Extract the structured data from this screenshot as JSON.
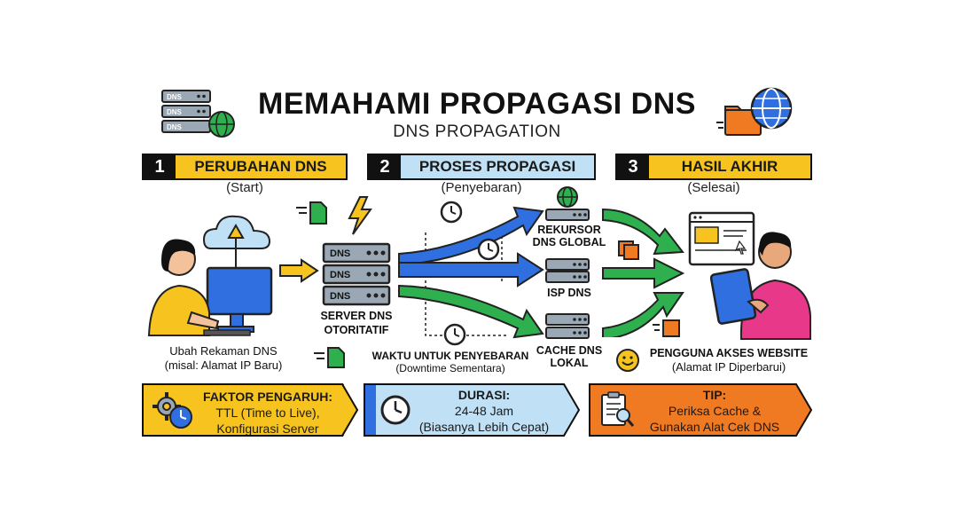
{
  "title": "MEMAHAMI PROPAGASI DNS",
  "subtitle": "DNS PROPAGATION",
  "stages": [
    {
      "num": "1",
      "label": "PERUBAHAN DNS",
      "sub": "(Start)"
    },
    {
      "num": "2",
      "label": "PROSES PROPAGASI",
      "sub": "(Penyebaran)"
    },
    {
      "num": "3",
      "label": "HASIL AKHIR",
      "sub": "(Selesai)"
    }
  ],
  "captions": {
    "change_line1": "Ubah Rekaman DNS",
    "change_line2": "(misal: Alamat IP Baru)",
    "auth_line1": "SERVER DNS",
    "auth_line2": "OTORITATIF",
    "wait_line1": "WAKTU UNTUK PENYEBARAN",
    "wait_line2": "(Downtime Sementara)",
    "recursor_line1": "REKURSOR",
    "recursor_line2": "DNS GLOBAL",
    "isp": "ISP DNS",
    "cache_line1": "CACHE DNS",
    "cache_line2": "LOKAL",
    "user_line1": "PENGGUNA AKSES WEBSITE",
    "user_line2": "(Alamat IP Diperbarui)"
  },
  "server_labels": [
    "DNS",
    "DNS",
    "DNS"
  ],
  "icon_server_labels": [
    "DNS",
    "DNS",
    "DNS"
  ],
  "bottom": [
    {
      "head": "FAKTOR PENGARUH:",
      "line1": "TTL (Time to Live),",
      "line2": "Konfigurasi Server"
    },
    {
      "head": "DURASI:",
      "line1": "24-48 Jam",
      "line2": "(Biasanya Lebih Cepat)"
    },
    {
      "head": "TIP:",
      "line1": "Periksa Cache &",
      "line2": "Gunakan Alat Cek DNS"
    }
  ],
  "colors": {
    "stage1": "#f7c41f",
    "stage2": "#bfe0f5",
    "stage3": "#f7c41f",
    "bottom1": "#f7c41f",
    "bottom2": "#bfe0f5",
    "bottom3": "#f07a22",
    "blue_arrow": "#2f6fe0",
    "green_arrow": "#2fb04f",
    "yellow_arrow": "#f7c41f"
  }
}
